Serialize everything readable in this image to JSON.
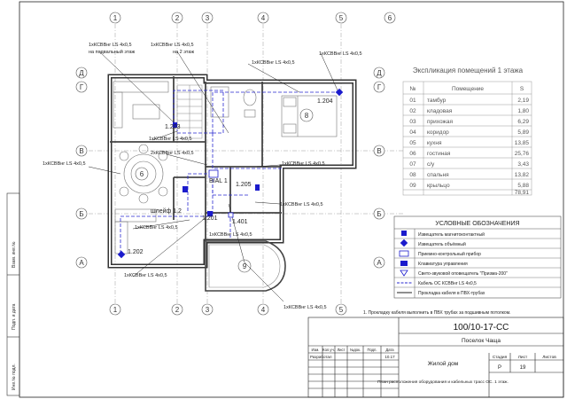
{
  "axes": {
    "columns": [
      "1",
      "2",
      "3",
      "4",
      "5",
      "6"
    ],
    "rows": [
      "Д",
      "Г",
      "В",
      "Б",
      "А"
    ]
  },
  "rooms_table": {
    "title": "Экспликация помещений 1 этажа",
    "headers": [
      "№",
      "Помещение",
      "S"
    ],
    "rows": [
      [
        "01",
        "тамбур",
        "2,19"
      ],
      [
        "02",
        "кладовая",
        "1,80"
      ],
      [
        "03",
        "прихожая",
        "6,29"
      ],
      [
        "04",
        "коридор",
        "5,89"
      ],
      [
        "05",
        "кухня",
        "13,85"
      ],
      [
        "06",
        "гостиная",
        "25,76"
      ],
      [
        "07",
        "с/у",
        "3,43"
      ],
      [
        "08",
        "спальня",
        "13,82"
      ],
      [
        "09",
        "крыльцо",
        "5,88"
      ]
    ],
    "total": "78,91"
  },
  "legend": {
    "title": "УСЛОВНЫЕ ОБОЗНАЧЕНИЯ",
    "items": [
      "Извещатель магнитоконтактный",
      "Извещатель объёмный",
      "Приемно-контрольный прибор",
      "Клавиатура управления",
      "Свето-звуковой оповещатель \"Призма-200\"",
      "Кабель ОС КСВВнг LS 4х0,5",
      "Прокладка кабеля в ПВХ-трубах"
    ],
    "note": "1. Прокладку кабеля выполнить в ПВХ трубах за подшивным потолком."
  },
  "plan_labels": {
    "cable_basement": "1хКСВВнг LS 4х0,5",
    "cable_basement_sub": "на подвальный этаж",
    "cable_floor2": "1хКСВВнг LS 4х0,5",
    "cable_floor2_sub": "на 2 этаж",
    "cable_top": "1хКСВВнг LS 4х0,5",
    "cable_top_right": "1хКСВВнг LS 4х0,5",
    "cable_mid_left": "1хКСВВнг LS 4х0,5",
    "cable_kitchen": "2хКСВВнг LS 4х0,5",
    "cable_west": "1хКСВВнг LS 4х0,5",
    "cable_center": "1хКСВВнг LS 4х0,5",
    "cable_east": "1хКСВВнг LS 4х0,5",
    "cable_stair": "1хКСВВнг LS 4х0,5",
    "cable_bottom_left": "1хКСВВнг LS 4х0,5",
    "cable_bottom": "1хКСВВнг LS 4х0,5",
    "cable_bottom_right": "1хКСВВнг LS 4х0,5",
    "dev_1203": "1.203",
    "dev_1204": "1.204",
    "dev_1205": "1.205",
    "dev_1201": "1.201",
    "dev_1401": "1.401",
    "dev_1202": "1.202",
    "panel": "BIAL 1",
    "shleif": "шлейф 1.2",
    "room_6": "6",
    "room_8": "8",
    "room_9": "9"
  },
  "title_block": {
    "code": "100/10-17-СС",
    "object": "Поселок Чаща",
    "building": "Жилой дом",
    "drawing": "План расположения оборудования и кабельных трасс ОС. 1 этаж.",
    "col_headers": [
      "Изм.",
      "Кол.уч.",
      "Лист",
      "№док.",
      "Подп.",
      "Дата"
    ],
    "developer_label": "Разработал",
    "date": "10.17",
    "stage_labels": [
      "Стадия",
      "Лист",
      "Листов"
    ],
    "stage": "Р",
    "sheet": "19",
    "sheets": "",
    "side_stamps": [
      "Инв.№ подл.",
      "Подп. и дата",
      "Взам. инв.№"
    ]
  }
}
